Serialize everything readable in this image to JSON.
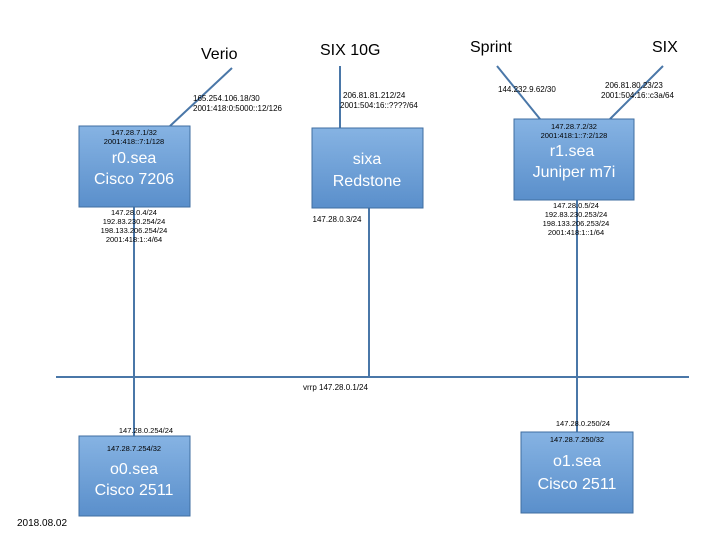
{
  "diagram": {
    "date": "2018.08.02",
    "vrrp_label": "vrrp 147.28.0.1/24",
    "uplinks": {
      "verio": "Verio",
      "six10g": "SIX 10G",
      "sprint": "Sprint",
      "six": "SIX"
    },
    "uplink_addrs": {
      "verio_v4": "165.254.106.18/30",
      "verio_v6": "2001:418:0:5000::12/126",
      "six10g_v4": "206.81.81.212/24",
      "six10g_v6": "2001:504:16::????/64",
      "sprint_v4": "144.232.9.62/30",
      "six_v4": "206.81.80.23/23",
      "six_v6": "2001:504:16::c3a/64"
    },
    "devices": {
      "r0": {
        "loop_v4": "147.28.7.1/32",
        "loop_v6": "2001:418::7:1/128",
        "name": "r0.sea",
        "model": "Cisco 7206",
        "lan": [
          "147.28.0.4/24",
          "192.83.230.254/24",
          "198.133.206.254/24",
          "2001:418:1::4/64"
        ]
      },
      "sixa": {
        "name": "sixa",
        "model": "Redstone",
        "lan": [
          "147.28.0.3/24"
        ]
      },
      "r1": {
        "loop_v4": "147.28.7.2/32",
        "loop_v6": "2001:418:1::7:2/128",
        "name": "r1.sea",
        "model": "Juniper m7i",
        "lan": [
          "147.28.0.5/24",
          "192.83.230.253/24",
          "198.133.206.253/24",
          "2001:418:1::1/64"
        ]
      },
      "o0": {
        "lan": "147.28.0.254/24",
        "loop_v4": "147.28.7.254/32",
        "name": "o0.sea",
        "model": "Cisco 2511"
      },
      "o1": {
        "lan": "147.28.0.250/24",
        "loop_v4": "147.28.7.250/32",
        "name": "o1.sea",
        "model": "Cisco 2511"
      }
    }
  }
}
